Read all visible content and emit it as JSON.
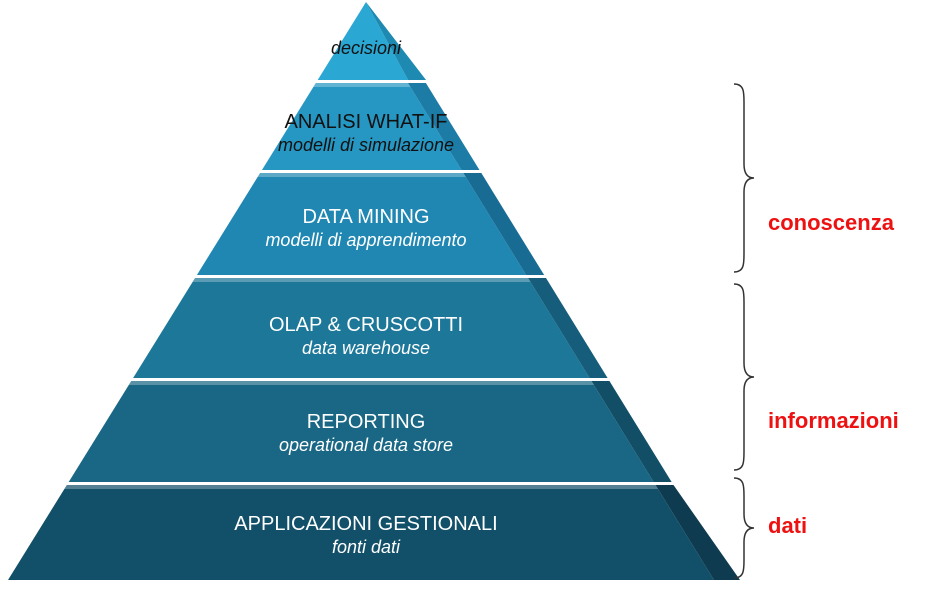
{
  "levels": [
    {
      "title": "",
      "subtitle": "decisioni"
    },
    {
      "title": "ANALISI WHAT-IF",
      "subtitle": "modelli di simulazione"
    },
    {
      "title": "DATA MINING",
      "subtitle": "modelli di apprendimento"
    },
    {
      "title": "OLAP & CRUSCOTTI",
      "subtitle": "data warehouse"
    },
    {
      "title": "REPORTING",
      "subtitle": "operational data store"
    },
    {
      "title": "APPLICAZIONI GESTIONALI",
      "subtitle": "fonti dati"
    }
  ],
  "categories": [
    {
      "label": "conoscenza"
    },
    {
      "label": "informazioni"
    },
    {
      "label": "dati"
    }
  ],
  "colors": {
    "level_front": [
      "#2aa7d2",
      "#2697c3",
      "#1f87b2",
      "#1c7799",
      "#196785",
      "#12506a"
    ],
    "level_side": [
      "#1e8ab2",
      "#1c7ca6",
      "#186b92",
      "#155d7a",
      "#124f67",
      "#0e3b4f"
    ],
    "category_text": "#ee1111",
    "brace": "#333333"
  }
}
